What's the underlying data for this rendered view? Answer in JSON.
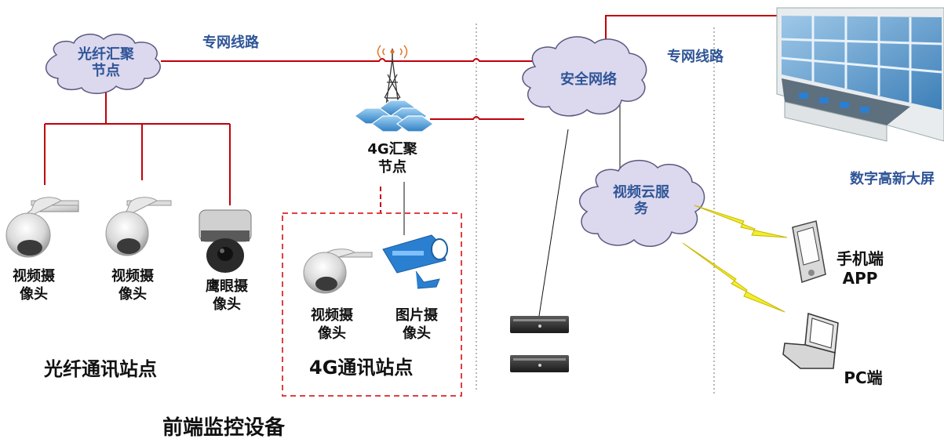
{
  "colors": {
    "link": "#c0000b",
    "label_blue": "#2f5597",
    "cloud_fill": "#dcd8ee",
    "cloud_stroke": "#5a5a80",
    "lightning": "#f2ee2a",
    "dash_box": "#e04040",
    "divider": "#707070"
  },
  "nodes": {
    "fiber_hub": {
      "line1": "光纤汇聚",
      "line2": "节点"
    },
    "g4_hub": {
      "line1": "4G汇聚",
      "line2": "节点"
    },
    "security_net": {
      "label": "安全网络"
    },
    "video_cloud": {
      "line1": "视频云服",
      "line2": "务"
    }
  },
  "links": {
    "dedicated_left": "专网线路",
    "dedicated_right": "专网线路"
  },
  "devices": {
    "cam1": {
      "line1": "视频摄",
      "line2": "像头"
    },
    "cam2": {
      "line1": "视频摄",
      "line2": "像头"
    },
    "eagle": {
      "line1": "鹰眼摄",
      "line2": "像头"
    },
    "cam4g": {
      "line1": "视频摄",
      "line2": "像头"
    },
    "photo": {
      "line1": "图片摄",
      "line2": "像头"
    },
    "phone": {
      "line1": "手机端",
      "line2": "APP"
    },
    "pc": {
      "label": "PC端"
    },
    "screen": {
      "label": "数字高新大屏"
    }
  },
  "sections": {
    "fiber_station": "光纤通讯站点",
    "g4_station": "4G通讯站点",
    "frontend": "前端监控设备"
  }
}
